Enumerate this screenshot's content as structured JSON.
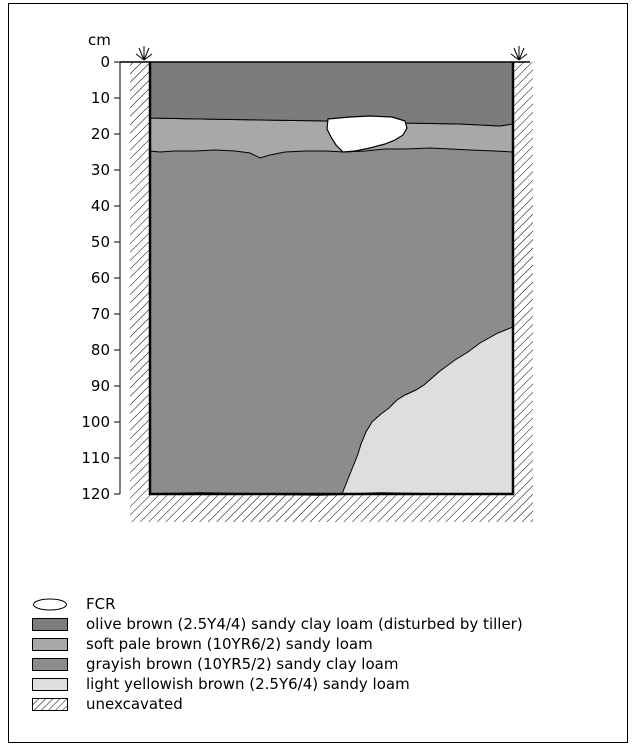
{
  "axis": {
    "unit": "cm",
    "ticks": [
      "0",
      "10",
      "20",
      "30",
      "40",
      "50",
      "60",
      "70",
      "80",
      "90",
      "100",
      "110",
      "120"
    ]
  },
  "colors": {
    "olive_brown": "#7c7c7c",
    "soft_pale_brown": "#a8a8a8",
    "grayish_brown": "#8c8c8c",
    "light_yellowish_brown": "#dedede",
    "fcr": "#ffffff",
    "outline": "#000000"
  },
  "legend": [
    {
      "key": "fcr",
      "label": "FCR",
      "symbol": "ellipse"
    },
    {
      "key": "olive_brown",
      "label": "olive brown (2.5Y4/4) sandy clay loam (disturbed by tiller)",
      "symbol": "box"
    },
    {
      "key": "soft_pale_brown",
      "label": "soft pale brown (10YR6/2) sandy loam",
      "symbol": "box"
    },
    {
      "key": "grayish_brown",
      "label": "grayish brown (10YR5/2) sandy clay loam",
      "symbol": "box"
    },
    {
      "key": "light_yellowish_brown",
      "label": "light yellowish brown (2.5Y6/4) sandy loam",
      "symbol": "box"
    },
    {
      "key": "unexcavated",
      "label": "unexcavated",
      "symbol": "hatch"
    }
  ]
}
